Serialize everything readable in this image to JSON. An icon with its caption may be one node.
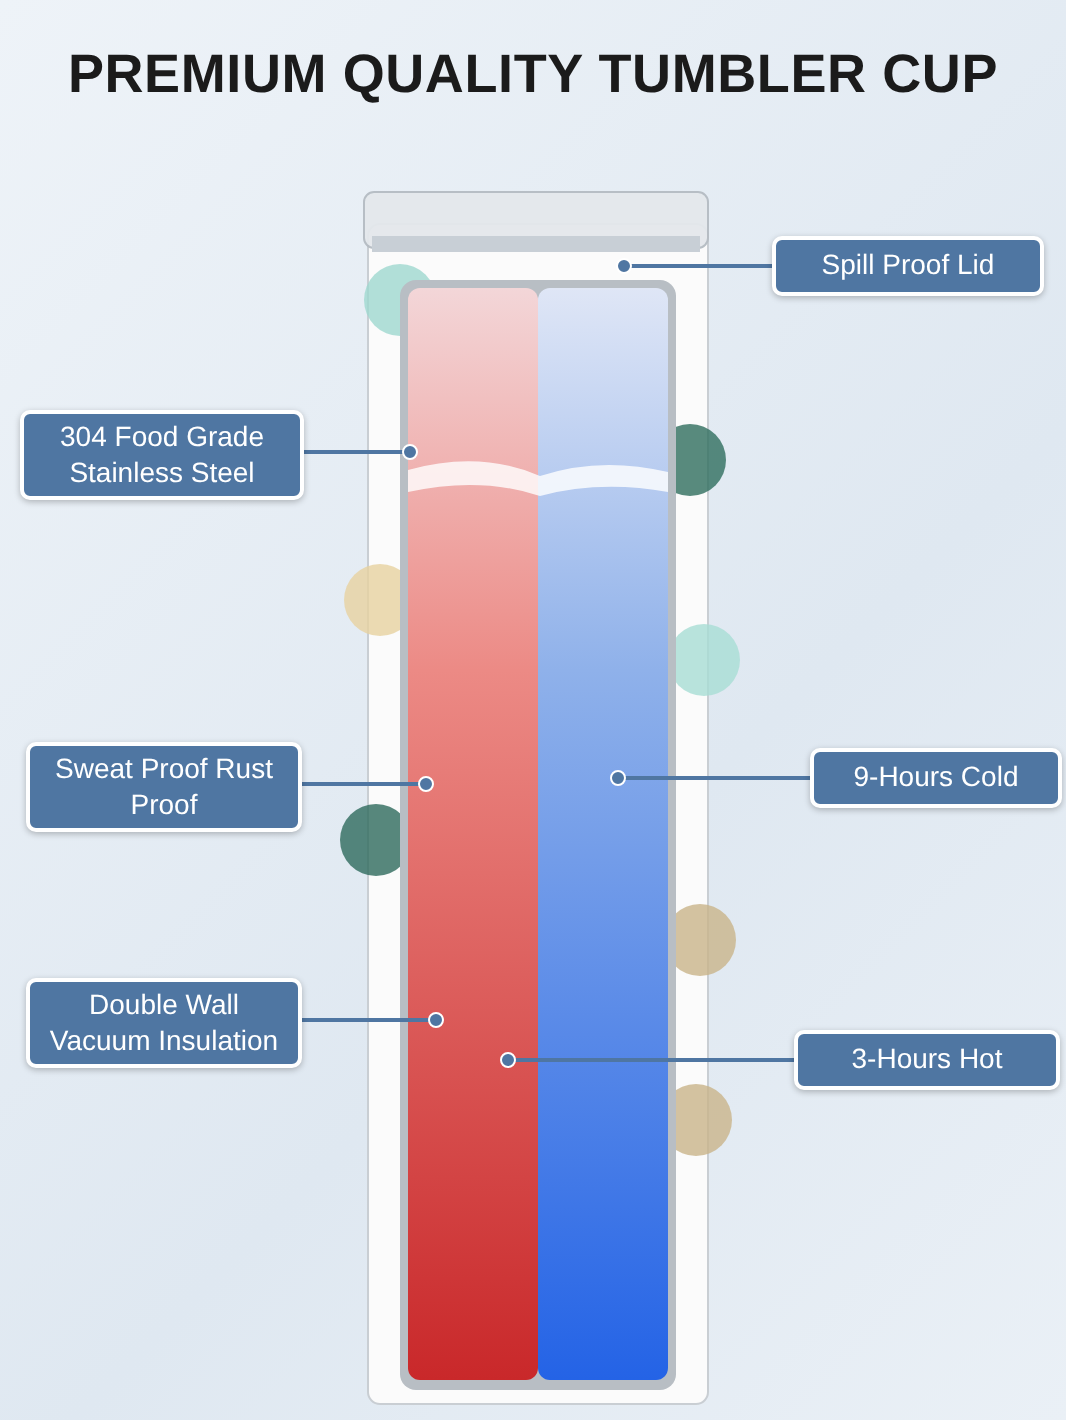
{
  "diagram": {
    "title": "PREMIUM QUALITY TUMBLER CUP",
    "nodes": [
      {
        "text": [
          "Spill Proof Lid"
        ]
      },
      {
        "text": [
          "304 Food Grade Stainless Steel"
        ]
      },
      {
        "text": [
          "Sweat Proof Rust Proof"
        ]
      },
      {
        "text": [
          "9-Hours Cold"
        ]
      },
      {
        "text": [
          "Double Wall Vacuum Insulation"
        ]
      },
      {
        "text": [
          "3-Hours Hot"
        ]
      }
    ],
    "edges": [
      {
        "from": 0,
        "to": null,
        "arrow": "other"
      },
      {
        "from": 1,
        "to": null,
        "arrow": "other"
      },
      {
        "from": 2,
        "to": null,
        "arrow": "other"
      },
      {
        "from": 3,
        "to": null,
        "arrow": "other"
      },
      {
        "from": 4,
        "to": null,
        "arrow": "other"
      },
      {
        "from": 5,
        "to": null,
        "arrow": "other"
      }
    ]
  }
}
